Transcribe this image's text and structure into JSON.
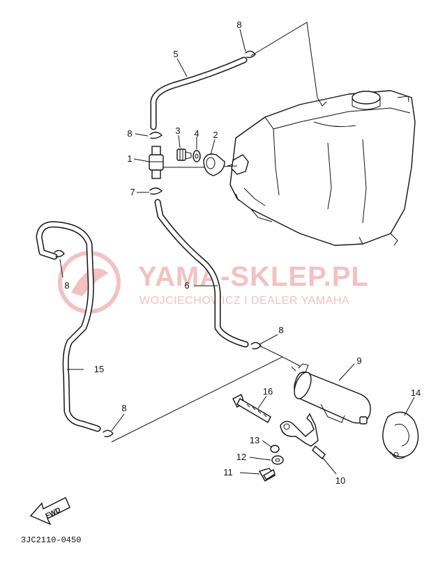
{
  "watermark": {
    "title": "YAMA-SKLEP.PL",
    "subtitle": "WOJCIECHOWICZ I DEALER YAMAHA",
    "color": "#f2c2c2"
  },
  "diagram_code": "3JC2110-0450",
  "fwd_label": "FWD",
  "callouts": {
    "c1": "1",
    "c2": "2",
    "c3": "3",
    "c4": "4",
    "c5": "5",
    "c6": "6",
    "c7": "7",
    "c8a": "8",
    "c8b": "8",
    "c8c": "8",
    "c8d": "8",
    "c8e": "8",
    "c9": "9",
    "c10": "10",
    "c11": "11",
    "c12": "12",
    "c13": "13",
    "c14": "14",
    "c15": "15",
    "c16": "16"
  }
}
